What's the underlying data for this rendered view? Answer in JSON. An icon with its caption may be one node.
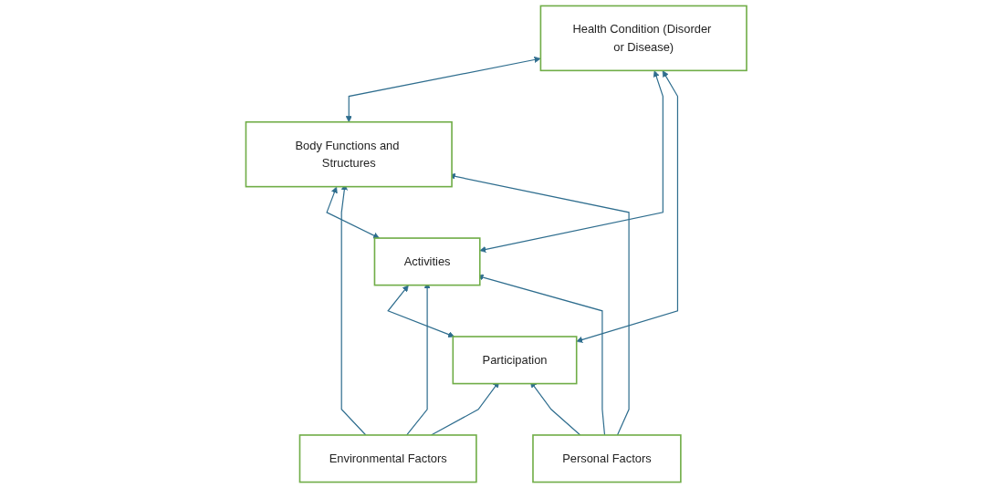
{
  "diagram": {
    "nodes": [
      {
        "text": [
          "Health Condition (Disorder or Disease)"
        ]
      },
      {
        "text": [
          "Body Functions and Structures"
        ]
      },
      {
        "text": [
          "Activities"
        ]
      },
      {
        "text": [
          "Participation"
        ]
      },
      {
        "text": [
          "Environmental Factors"
        ]
      },
      {
        "text": [
          "Personal Factors"
        ]
      }
    ],
    "edges": [
      {
        "from": 0,
        "to": 1,
        "arrow": "both"
      },
      {
        "from": 0,
        "to": 2,
        "arrow": "both"
      },
      {
        "from": 0,
        "to": 3,
        "arrow": "both"
      },
      {
        "from": 1,
        "to": 2,
        "arrow": "both"
      },
      {
        "from": 2,
        "to": 3,
        "arrow": "both"
      },
      {
        "from": 4,
        "to": 1,
        "arrow": "to"
      },
      {
        "from": 4,
        "to": 2,
        "arrow": "to"
      },
      {
        "from": 4,
        "to": 3,
        "arrow": "to"
      },
      {
        "from": 5,
        "to": 1,
        "arrow": "to"
      },
      {
        "from": 5,
        "to": 2,
        "arrow": "to"
      },
      {
        "from": 5,
        "to": 3,
        "arrow": "to"
      }
    ]
  }
}
